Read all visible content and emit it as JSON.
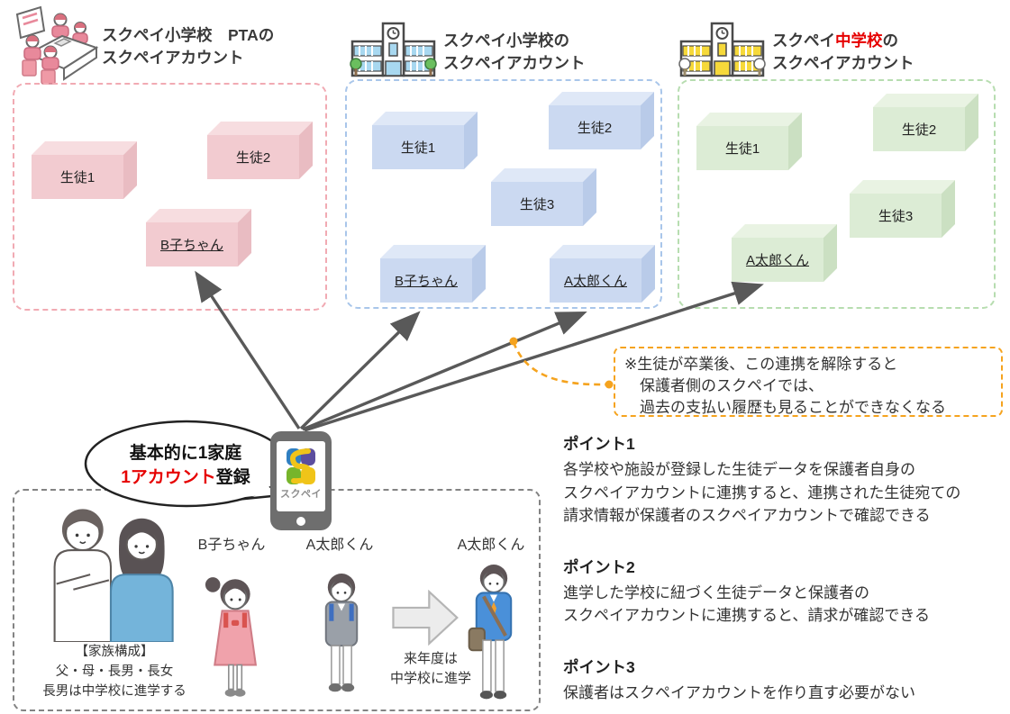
{
  "accounts": [
    {
      "title_line1": "スクペイ小学校　PTAの",
      "title_line2": "スクペイアカウント",
      "students": [
        "生徒1",
        "生徒2",
        "B子ちゃん"
      ]
    },
    {
      "title_line1": "スクペイ小学校の",
      "title_line2": "スクペイアカウント",
      "students": [
        "生徒1",
        "生徒2",
        "生徒3",
        "B子ちゃん",
        "A太郎くん"
      ]
    },
    {
      "title_line1_pre": "スクペイ",
      "title_line1_highlight": "中学校",
      "title_line1_post": "の",
      "title_line2": "スクペイアカウント",
      "students": [
        "生徒1",
        "生徒2",
        "生徒3",
        "A太郎くん"
      ]
    }
  ],
  "note": {
    "line1": "※生徒が卒業後、この連携を解除すると",
    "line2": "保護者側のスクペイでは、",
    "line3": "過去の支払い履歴も見ることができなくなる"
  },
  "bubble": {
    "line1": "基本的に1家庭",
    "line2_highlight": "1アカウント",
    "line2_rest": "登録"
  },
  "phone": {
    "app_name": "スクペイ"
  },
  "family": {
    "caption1": "【家族構成】",
    "caption2": "父・母・長男・長女",
    "caption3": "長男は中学校に進学する",
    "girl_label": "B子ちゃん",
    "boy_label": "A太郎くん",
    "boy_future_label": "A太郎くん",
    "arrow_caption1": "来年度は",
    "arrow_caption2": "中学校に進学"
  },
  "points": [
    {
      "heading": "ポイント1",
      "line1": "各学校や施設が登録した生徒データを保護者自身の",
      "line2": "スクペイアカウントに連携すると、連携された生徒宛ての",
      "line3": "請求情報が保護者のスクペイアカウントで確認できる"
    },
    {
      "heading": "ポイント2",
      "line1": "進学した学校に紐づく生徒データと保護者の",
      "line2": "スクペイアカウントに連携すると、請求が確認できる"
    },
    {
      "heading": "ポイント3",
      "line1": "保護者はスクペイアカウントを作り直す必要がない"
    }
  ],
  "colors": {
    "accent_red": "#e60000",
    "pink_box": "#f2cbd0",
    "blue_box": "#cbd9f1",
    "green_box": "#dcecd5",
    "orange_note": "#f5a31e",
    "arrow_gray": "#595959"
  }
}
